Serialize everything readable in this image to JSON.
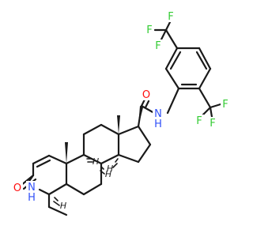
{
  "colors": {
    "bond": "#1a1a1a",
    "carbon_label": "#1a1a1a",
    "oxygen": "#ff0d0d",
    "nitrogen": "#3050f8",
    "fluorine": "#33cc33",
    "background": "#ffffff"
  },
  "labels": {
    "f_top_1": "F",
    "f_top_2": "F",
    "f_top_3": "F",
    "f_right_1": "F",
    "f_right_2": "F",
    "f_right_3": "F",
    "o_amide": "O",
    "nh_amide": "N",
    "nh_amide_h": "H",
    "o_lactam": "O",
    "nh_lactam": "N",
    "nh_lactam_h": "H",
    "stereo_h": [
      {
        "name": "stereo-h-c9",
        "text": "H"
      },
      {
        "name": "stereo-h-c8",
        "text": "H"
      },
      {
        "name": "stereo-h-c14",
        "text": "H"
      },
      {
        "name": "stereo-h-c5",
        "text": "H"
      }
    ]
  }
}
